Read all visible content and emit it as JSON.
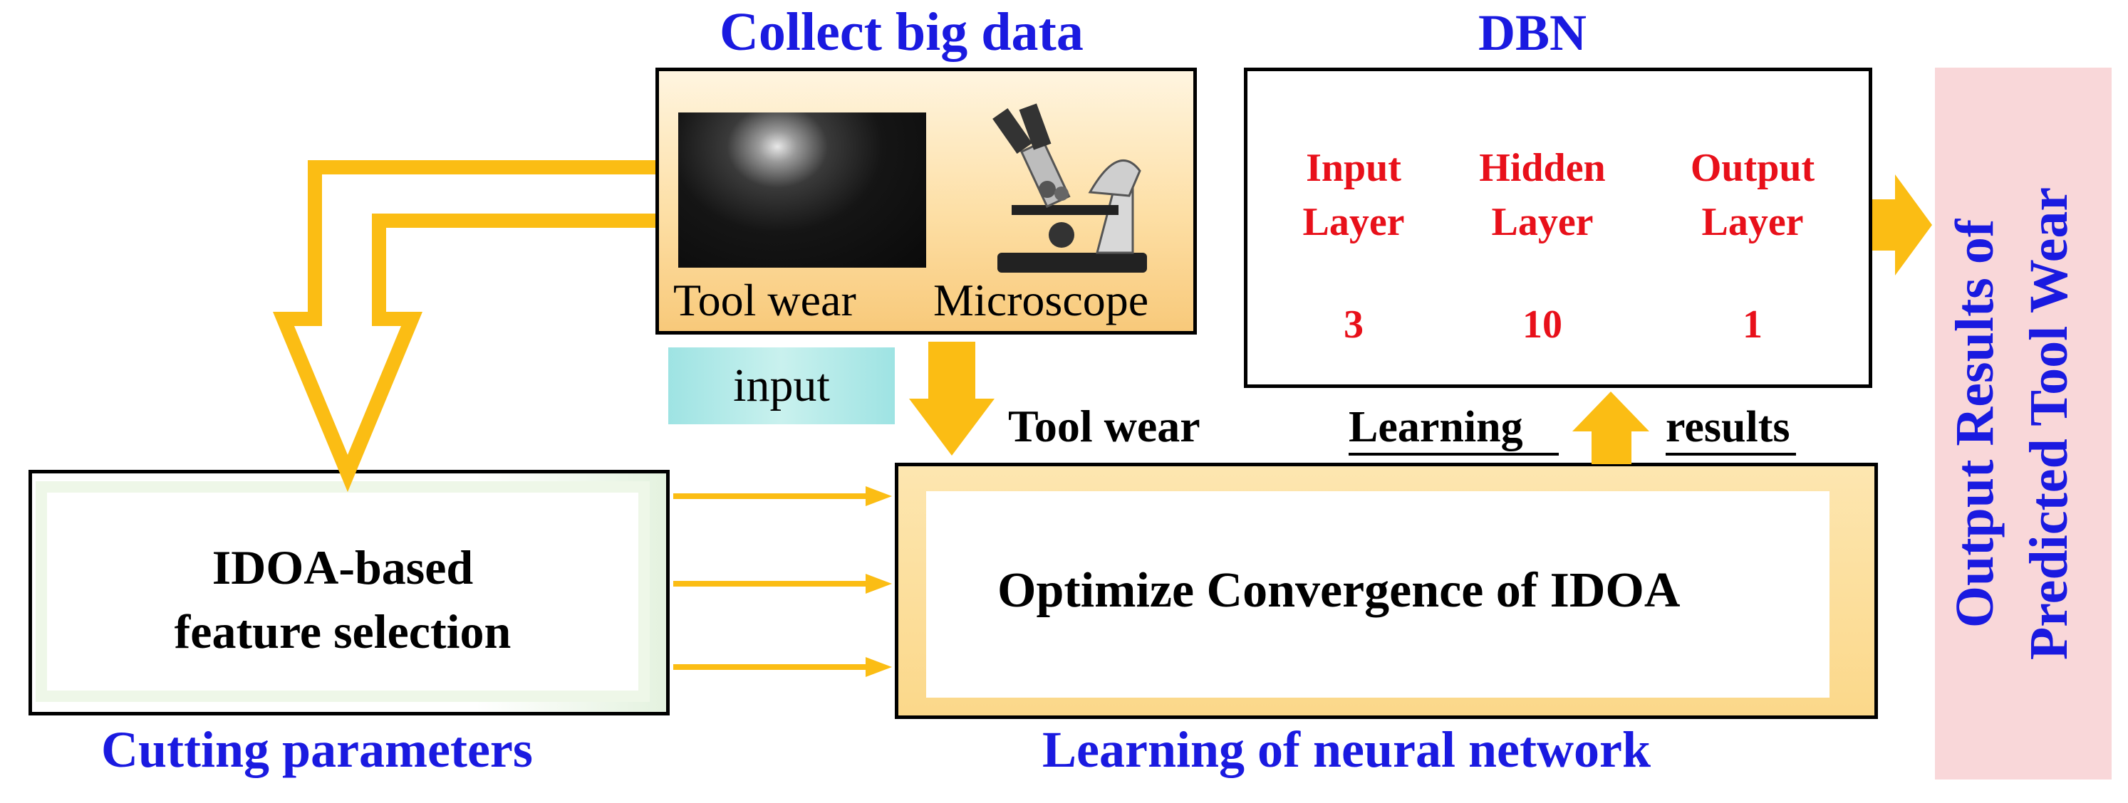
{
  "diagram": {
    "collect_title": "Collect big data",
    "tool_wear_caption": "Tool wear",
    "microscope_caption": "Microscope",
    "input_label": "input",
    "dbn_title": "DBN",
    "layers": [
      {
        "name_line1": "Input",
        "name_line2": "Layer",
        "count": "3"
      },
      {
        "name_line1": "Hidden",
        "name_line2": "Layer",
        "count": "10"
      },
      {
        "name_line1": "Output",
        "name_line2": "Layer",
        "count": "1"
      }
    ],
    "tool_wear_label": "Tool wear",
    "learning_label": "Learning",
    "results_label": "results",
    "idoa_line1": "IDOA-based",
    "idoa_line2": "feature selection",
    "cutting_params": "Cutting parameters",
    "optimize_label": "Optimize Convergence of IDOA",
    "learning_nn": "Learning of neural network",
    "output_line1": "Output Results of",
    "output_line2": "Predicted Tool Wear"
  },
  "colors": {
    "title_blue": "#1a1ae0",
    "layer_red": "#e8101a",
    "arrow_gold": "#fbbd14",
    "output_bar_pink": "#f9d7d9"
  },
  "icons": [
    "tool-wear-photo",
    "microscope-icon",
    "arrow-down-icon",
    "arrow-up-icon",
    "arrow-right-icon",
    "hollow-arrow-down-icon"
  ]
}
